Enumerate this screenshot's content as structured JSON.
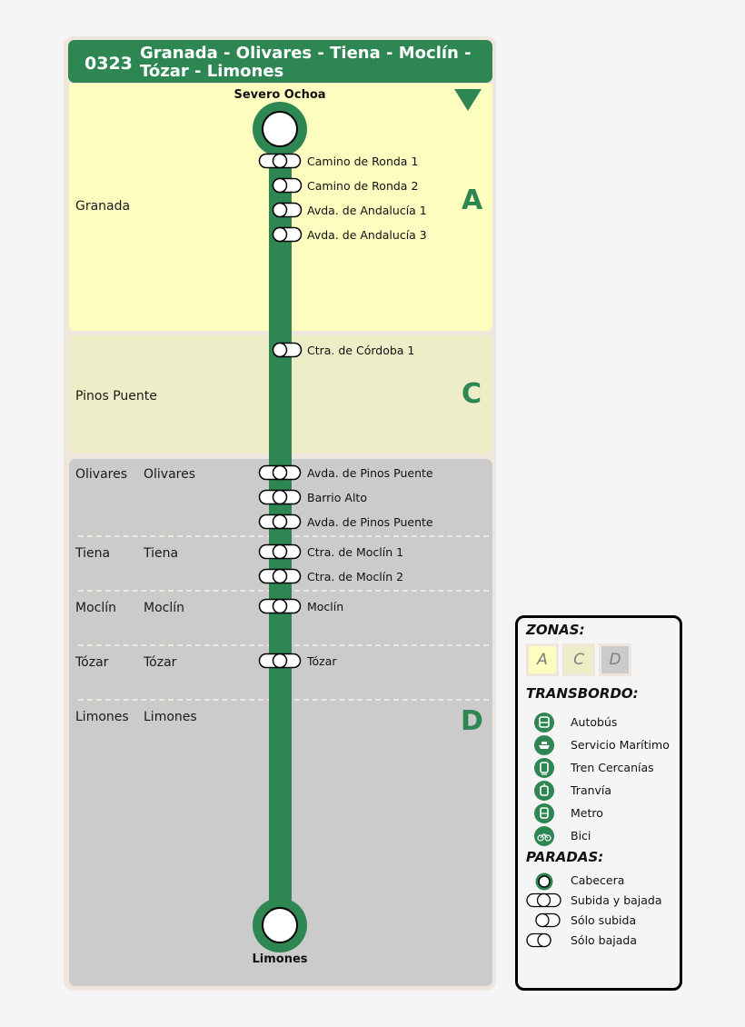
{
  "header": {
    "line_number": "0323",
    "title": "Granada - Olivares - Tiena - Moclín - Tózar - Limones",
    "title_line1": "Granada - Olivares - Tiena - Moclín -",
    "title_line2": "Tózar - Limones",
    "color": "#2e8753"
  },
  "direction_icon": "down-triangle-icon",
  "terminals": {
    "start": "Severo Ochoa",
    "end": "Limones"
  },
  "zones": [
    {
      "letter": "A",
      "color": "#fefdc0",
      "municipalities": [
        {
          "name": "Granada",
          "locality": ""
        }
      ]
    },
    {
      "letter": "C",
      "color": "#ededc7",
      "municipalities": [
        {
          "name": "Pinos Puente",
          "locality": ""
        }
      ]
    },
    {
      "letter": "D",
      "color": "#cbcbcb",
      "municipalities": [
        {
          "name": "Olivares",
          "locality": "Olivares"
        },
        {
          "name": "Tiena",
          "locality": "Tiena"
        },
        {
          "name": "Moclín",
          "locality": "Moclín"
        },
        {
          "name": "Tózar",
          "locality": "Tózar"
        },
        {
          "name": "Limones",
          "locality": "Limones"
        }
      ]
    }
  ],
  "stops": [
    {
      "name": "Camino de Ronda 1",
      "type": "subida y bajada"
    },
    {
      "name": "Camino de Ronda 2",
      "type": "sólo subida"
    },
    {
      "name": "Avda. de Andalucía 1",
      "type": "sólo subida"
    },
    {
      "name": "Avda. de Andalucía 3",
      "type": "sólo subida"
    },
    {
      "name": "Ctra. de Córdoba 1",
      "type": "sólo subida"
    },
    {
      "name": "Avda. de Pinos Puente",
      "type": "subida y bajada"
    },
    {
      "name": "Barrio Alto",
      "type": "subida y bajada"
    },
    {
      "name": "Avda. de Pinos Puente",
      "type": "subida y bajada"
    },
    {
      "name": "Ctra. de Moclín 1",
      "type": "subida y bajada"
    },
    {
      "name": "Ctra. de Moclín 2",
      "type": "subida y bajada"
    },
    {
      "name": "Moclín",
      "type": "subida y bajada"
    },
    {
      "name": "Tózar",
      "type": "subida y bajada"
    }
  ],
  "legend": {
    "zones_title": "ZONAS:",
    "zones": [
      "A",
      "C",
      "D"
    ],
    "transfer_title": "TRANSBORDO:",
    "transfers": [
      {
        "label": "Autobús",
        "icon": "bus-icon"
      },
      {
        "label": "Servicio Marítimo",
        "icon": "ferry-icon"
      },
      {
        "label": "Tren Cercanías",
        "icon": "train-icon"
      },
      {
        "label": "Tranvía",
        "icon": "tram-icon"
      },
      {
        "label": "Metro",
        "icon": "metro-icon"
      },
      {
        "label": "Bici",
        "icon": "bike-icon"
      }
    ],
    "stops_title": "PARADAS:",
    "stop_types": [
      {
        "label": "Cabecera",
        "icon": "terminal-stop-icon"
      },
      {
        "label": "Subida y bajada",
        "icon": "board-alight-stop-icon"
      },
      {
        "label": "Sólo subida",
        "icon": "board-only-stop-icon"
      },
      {
        "label": "Sólo bajada",
        "icon": "alight-only-stop-icon"
      }
    ]
  }
}
